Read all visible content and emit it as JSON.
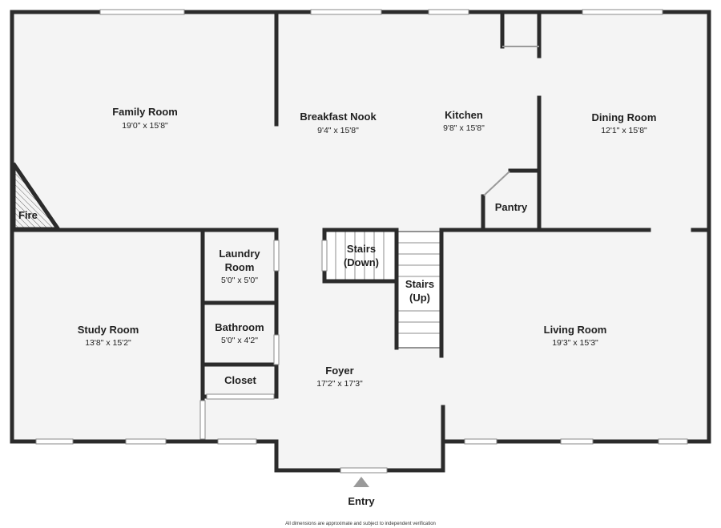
{
  "colors": {
    "floor": "#f4f4f4",
    "wall": "#2b2b2b",
    "window": "#ffffff",
    "hatch": "#6a6a6a",
    "entry_arrow": "#9a9a9a"
  },
  "rooms": {
    "family_room": {
      "name": "Family Room",
      "dims": "19'0\" x 15'8\""
    },
    "breakfast_nook": {
      "name": "Breakfast Nook",
      "dims": "9'4\" x 15'8\""
    },
    "kitchen": {
      "name": "Kitchen",
      "dims": "9'8\" x 15'8\""
    },
    "dining_room": {
      "name": "Dining Room",
      "dims": "12'1\" x 15'8\""
    },
    "fire": {
      "name": "Fire"
    },
    "pantry": {
      "name": "Pantry"
    },
    "laundry_room": {
      "name_line1": "Laundry",
      "name_line2": "Room",
      "dims": "5'0\" x 5'0\""
    },
    "stairs_down": {
      "name_line1": "Stairs",
      "name_line2": "(Down)"
    },
    "stairs_up": {
      "name_line1": "Stairs",
      "name_line2": "(Up)"
    },
    "study_room": {
      "name": "Study Room",
      "dims": "13'8\" x 15'2\""
    },
    "bathroom": {
      "name": "Bathroom",
      "dims": "5'0\" x 4'2\""
    },
    "living_room": {
      "name": "Living Room",
      "dims": "19'3\" x 15'3\""
    },
    "closet": {
      "name": "Closet"
    },
    "foyer": {
      "name": "Foyer",
      "dims": "17'2\" x 17'3\""
    }
  },
  "entry": {
    "label": "Entry"
  },
  "disclaimer": "All dimensions are approximate and subject to independent verification"
}
